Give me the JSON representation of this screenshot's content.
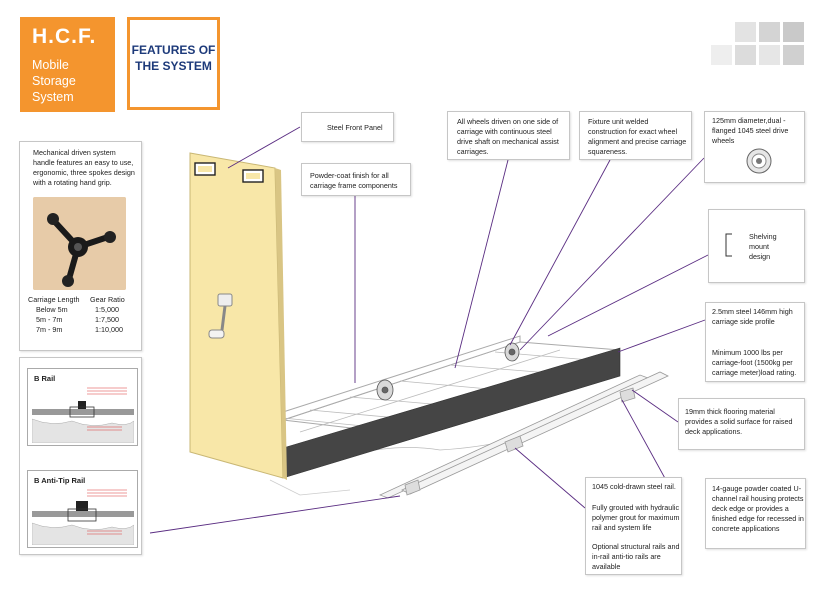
{
  "brand": {
    "name": "H.C.F.",
    "subtitle": "Mobile Storage System"
  },
  "section_title": "FEATURES OF THE SYSTEM",
  "handle": {
    "description": "Mechanical driven system handle features an easy to use, ergonomic, three spokes design with a rotating hand grip.",
    "gear_table": {
      "headers": [
        "Carriage Length",
        "Gear Ratio"
      ],
      "rows": [
        [
          "Below 5m",
          "1:5,000"
        ],
        [
          "5m - 7m",
          "1:7,500"
        ],
        [
          "7m - 9m",
          "1:10,000"
        ]
      ]
    }
  },
  "rails": {
    "b_rail": "B Rail",
    "b_anti_tip": "B Anti-Tip Rail"
  },
  "callouts": {
    "front_panel": "Steel Front Panel",
    "powder_coat": "Powder-coat finish for all carriage frame components",
    "wheels_driven": "All wheels driven on one side of carriage with continuous steel drive shaft on mechanical assist carriages.",
    "fixture_unit": "Fixture unit welded construction for exact wheel alignment and precise carriage squareness.",
    "drive_wheels": "125mm diameter,dual -flanged 1045 steel drive wheels",
    "shelving_mount": "Shelving mount design",
    "carriage_profile": "2.5mm steel 146mm high carriage side profile",
    "carriage_load": "Minimum 1000 lbs per carriage-foot (1500kg per carriage meter)load rating.",
    "flooring": "19mm thick flooring material provides a solid surface for raised deck applications.",
    "steel_rail_1": "1045 cold-drawn steel rail.",
    "steel_rail_2": "Fully grouted with hydraulic polymer grout for maximum rail and system life",
    "steel_rail_3": "Optional structural rails and in-rail anti-tio rails are available",
    "u_channel": "14-gauge powder coated U-channel rail housing protects deck edge or provides a finished edge for recessed in concrete applications"
  },
  "colors": {
    "brand_orange": "#f4952e",
    "title_blue": "#1d3a7a",
    "leader_purple": "#5a2d82",
    "panel_yellow": "#f8e7a8"
  }
}
